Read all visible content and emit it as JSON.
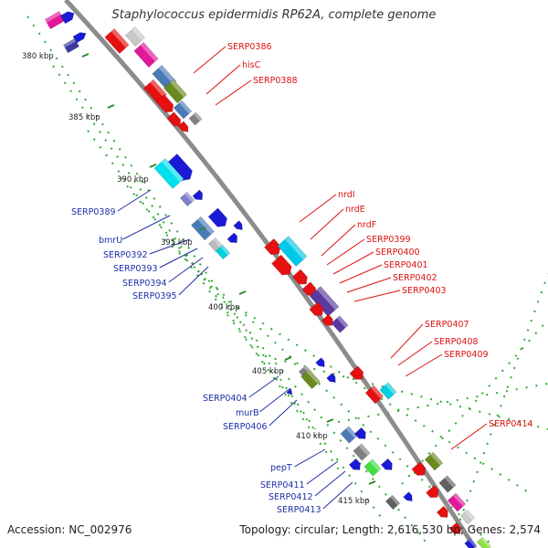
{
  "title": "Staphylococcus epidermidis RP62A, complete genome",
  "footer": {
    "accession": "Accession: NC_002976",
    "summary": "Topology: circular; Length: 2,616,530 bp; Genes: 2,574"
  },
  "ticks": [
    "380 kbp",
    "385 kbp",
    "390 kbp",
    "395 kbp",
    "400 kbp",
    "405 kbp",
    "410 kbp",
    "415 kbp"
  ],
  "labels_forward": [
    "SERP0386",
    "hisC",
    "SERP0388",
    "nrdI",
    "nrdE",
    "nrdF",
    "SERP0399",
    "SERP0400",
    "SERP0401",
    "SERP0402",
    "SERP0403",
    "SERP0407",
    "SERP0408",
    "SERP0409",
    "SERP0414"
  ],
  "labels_reverse": [
    "SERP0389",
    "bmrU",
    "SERP0392",
    "SERP0393",
    "SERP0394",
    "SERP0395",
    "SERP0404",
    "murB",
    "SERP0406",
    "pepT",
    "SERP0411",
    "SERP0412",
    "SERP0413"
  ],
  "colors": {
    "forward_label": "#dd1111",
    "reverse_label": "#1f2fa8",
    "backbone": "#8c8c8c",
    "tick_dots": "#33aa33"
  }
}
